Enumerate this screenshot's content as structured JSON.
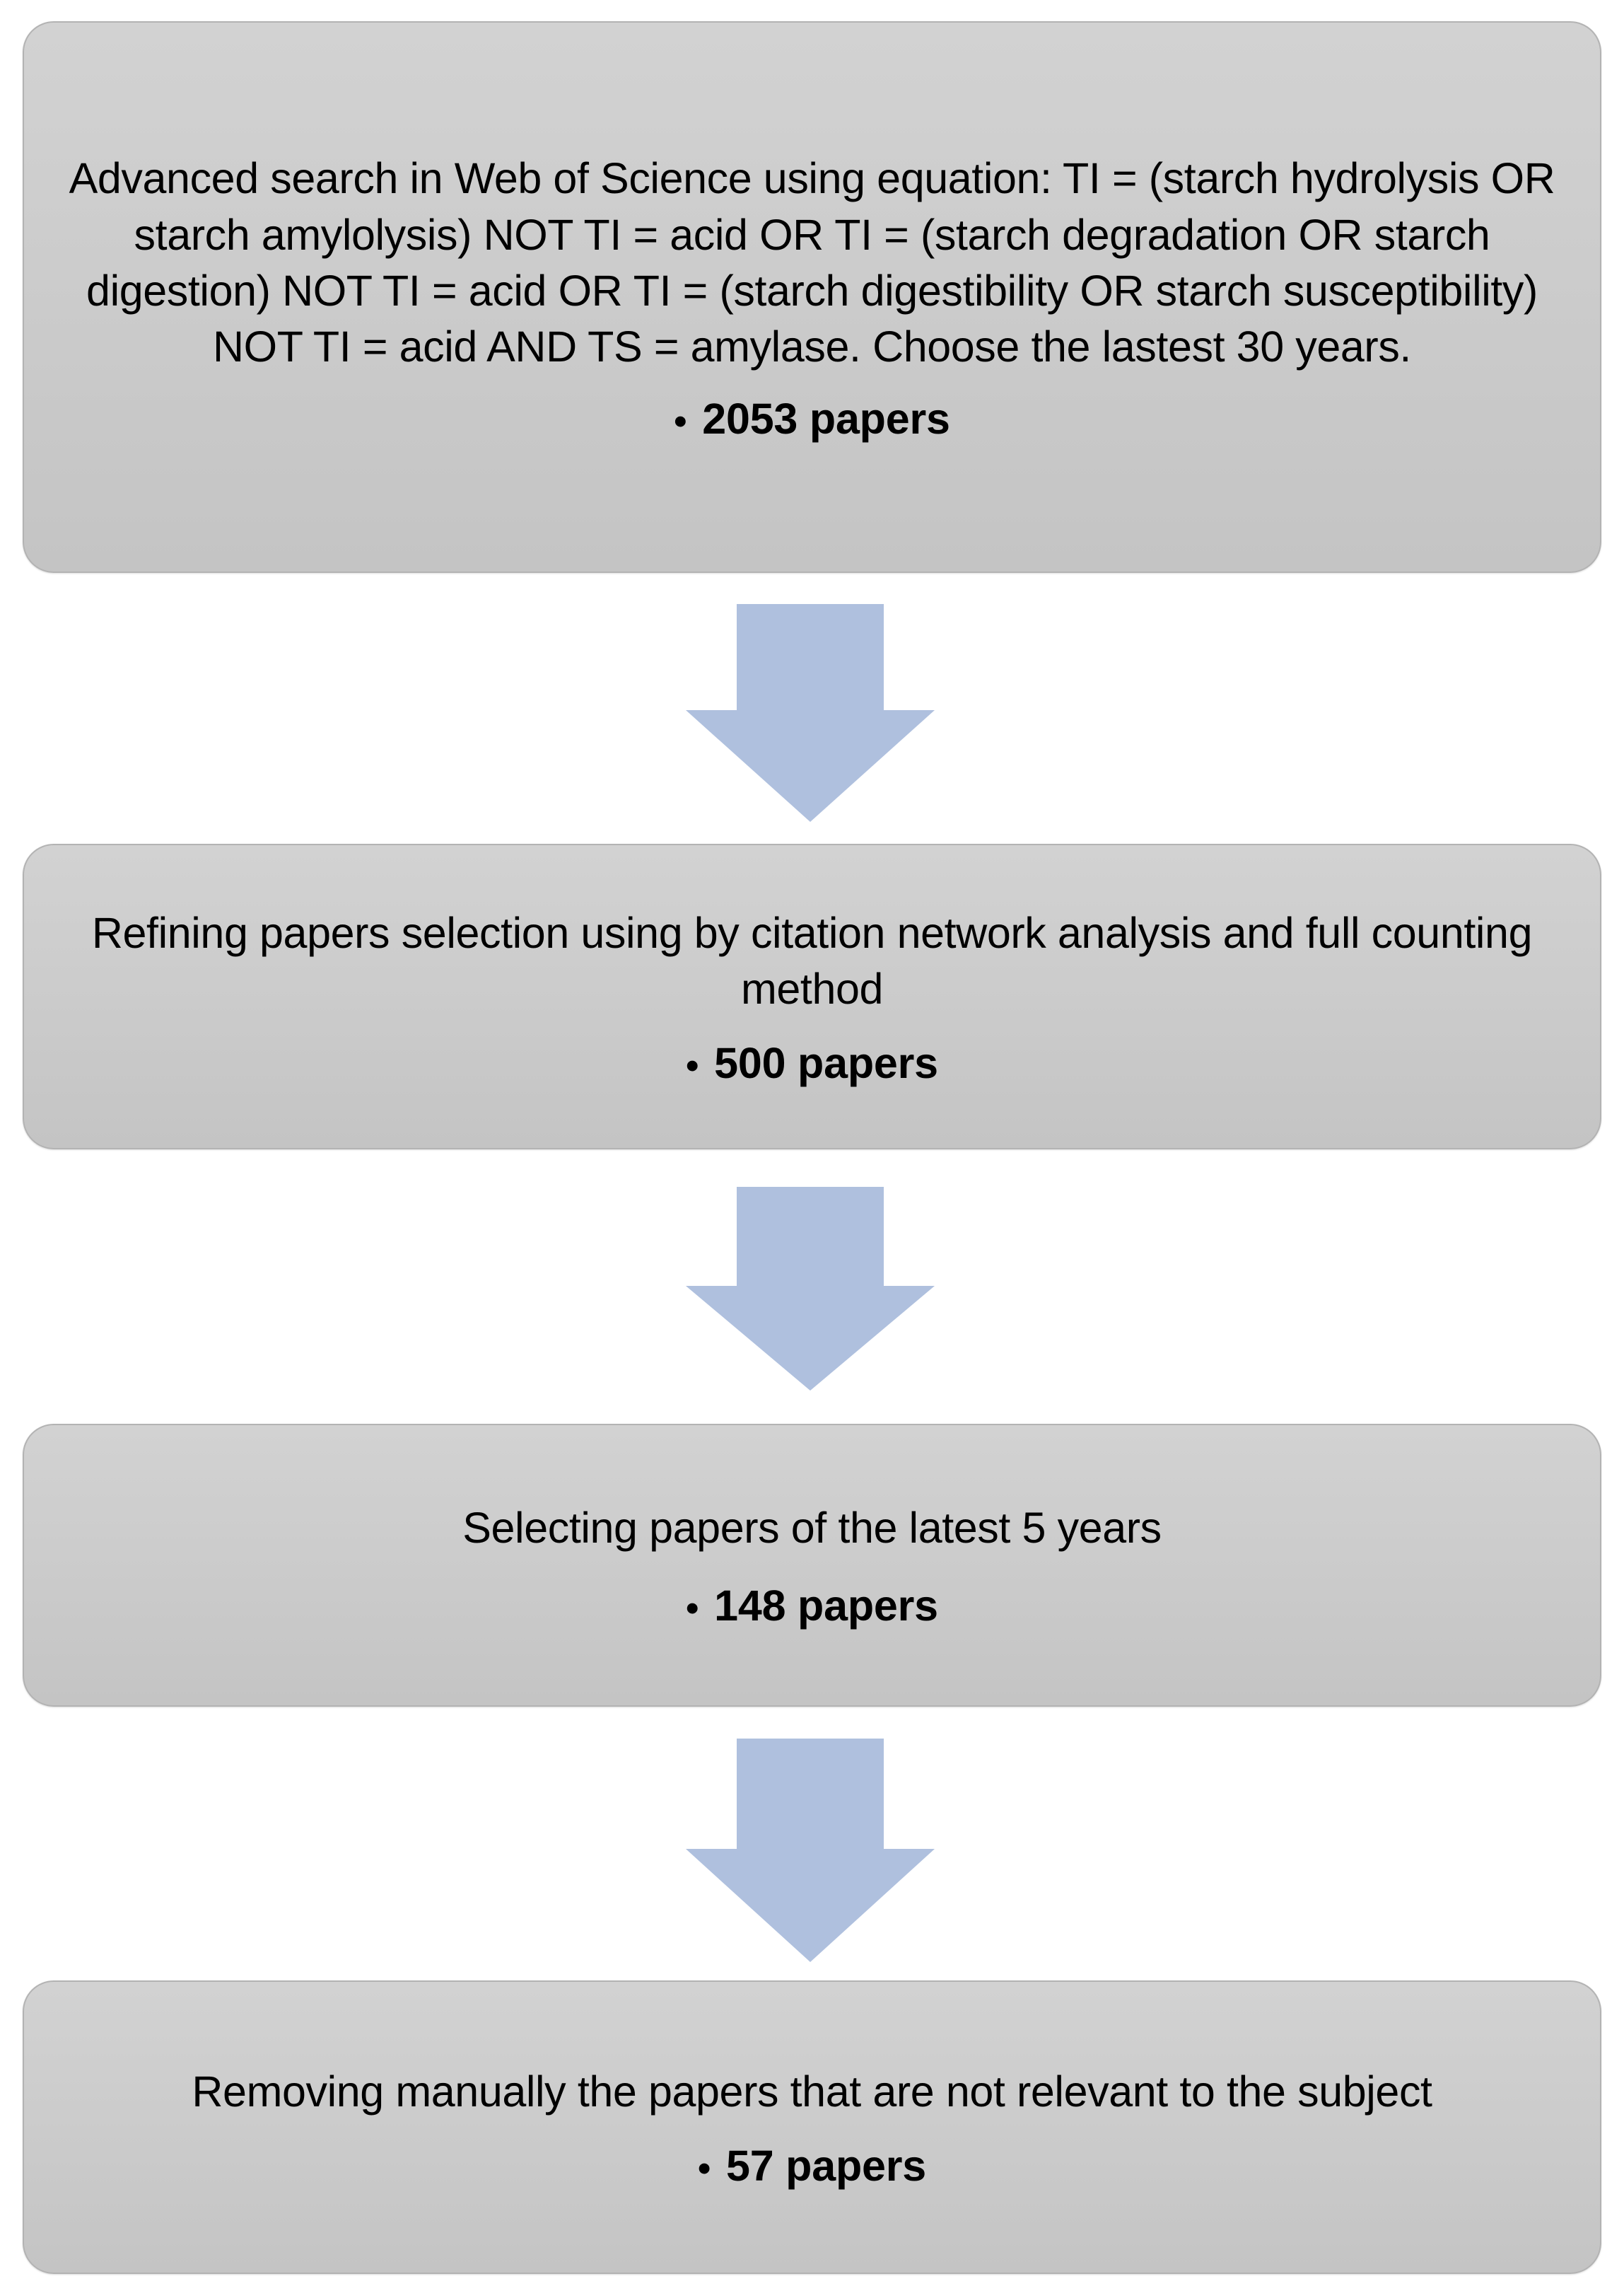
{
  "diagram": {
    "title": "Paper selection flow diagram",
    "colors": {
      "box_fill_top": "#d2d2d2",
      "box_fill_bottom": "#c4c4c4",
      "box_border": "#b3b3b3",
      "arrow_fill": "#afc0de",
      "text": "#000000",
      "background": "#ffffff"
    },
    "steps": [
      {
        "id": "step-1",
        "body": "Advanced search in Web of Science using equation: TI = (starch hydrolysis  OR starch amylolysis)  NOT TI = acid  OR TI = (starch degradation  OR starch digestion)  NOT TI = acid  OR TI = (starch digestibility  OR starch susceptibility)  NOT TI = acid  AND TS = amylase. Choose the lastest 30 years.",
        "bullet_symbol": "•",
        "bullet_text": "2053 papers",
        "count": 2053
      },
      {
        "id": "step-2",
        "body": "Refining papers selection using by citation network analysis and full counting method",
        "bullet_symbol": "•",
        "bullet_text": "500 papers",
        "count": 500
      },
      {
        "id": "step-3",
        "body": "Selecting papers of the latest 5 years",
        "bullet_symbol": "•",
        "bullet_text": "148 papers",
        "count": 148
      },
      {
        "id": "step-4",
        "body": "Removing manually the papers that are not relevant to the subject",
        "bullet_symbol": "•",
        "bullet_text": "57 papers",
        "count": 57
      }
    ],
    "connectors": [
      {
        "id": "connector-1",
        "from": "step-1",
        "to": "step-2",
        "direction": "down"
      },
      {
        "id": "connector-2",
        "from": "step-2",
        "to": "step-3",
        "direction": "down"
      },
      {
        "id": "connector-3",
        "from": "step-3",
        "to": "step-4",
        "direction": "down"
      }
    ]
  }
}
